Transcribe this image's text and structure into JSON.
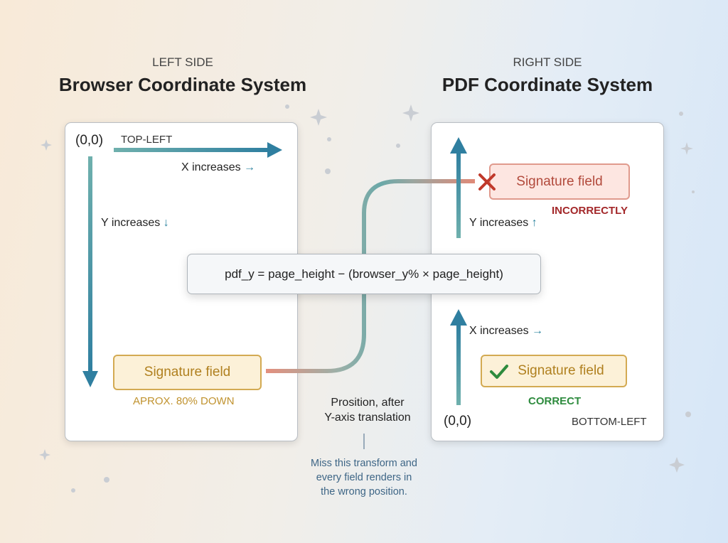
{
  "left": {
    "side_label": "LEFT SIDE",
    "title": "Browser Coordinate System",
    "origin": "(0,0)",
    "origin_label": "TOP-LEFT",
    "x_label": "X increases",
    "x_arrow": "→",
    "y_label": "Y increases",
    "y_arrow": "↓",
    "field": "Signature field",
    "field_note": "APROX. 80% DOWN"
  },
  "right": {
    "side_label": "RIGHT SIDE",
    "title": "PDF Coordinate System",
    "wrong_field": "Signature field",
    "wrong_note": "INCORRECTLY",
    "y_label": "Y increases",
    "y_arrow": "↑",
    "x_label": "X increases",
    "x_arrow": "→",
    "right_field": "Signature field",
    "right_note": "CORRECT",
    "origin": "(0,0)",
    "origin_label": "BOTTOM-LEFT"
  },
  "formula": "pdf_y = page_height − (browser_y% × page_height)",
  "caption": [
    "Prosition, after",
    "Y-axis translation"
  ],
  "warning": [
    "Miss this transform and",
    "every field renders in",
    "the wrong position."
  ],
  "colors": {
    "axis": "#2f85a0",
    "gold": "#d3aa52",
    "error": "#c0392b",
    "success": "#2e8b3e",
    "connector": "#e0907f"
  }
}
